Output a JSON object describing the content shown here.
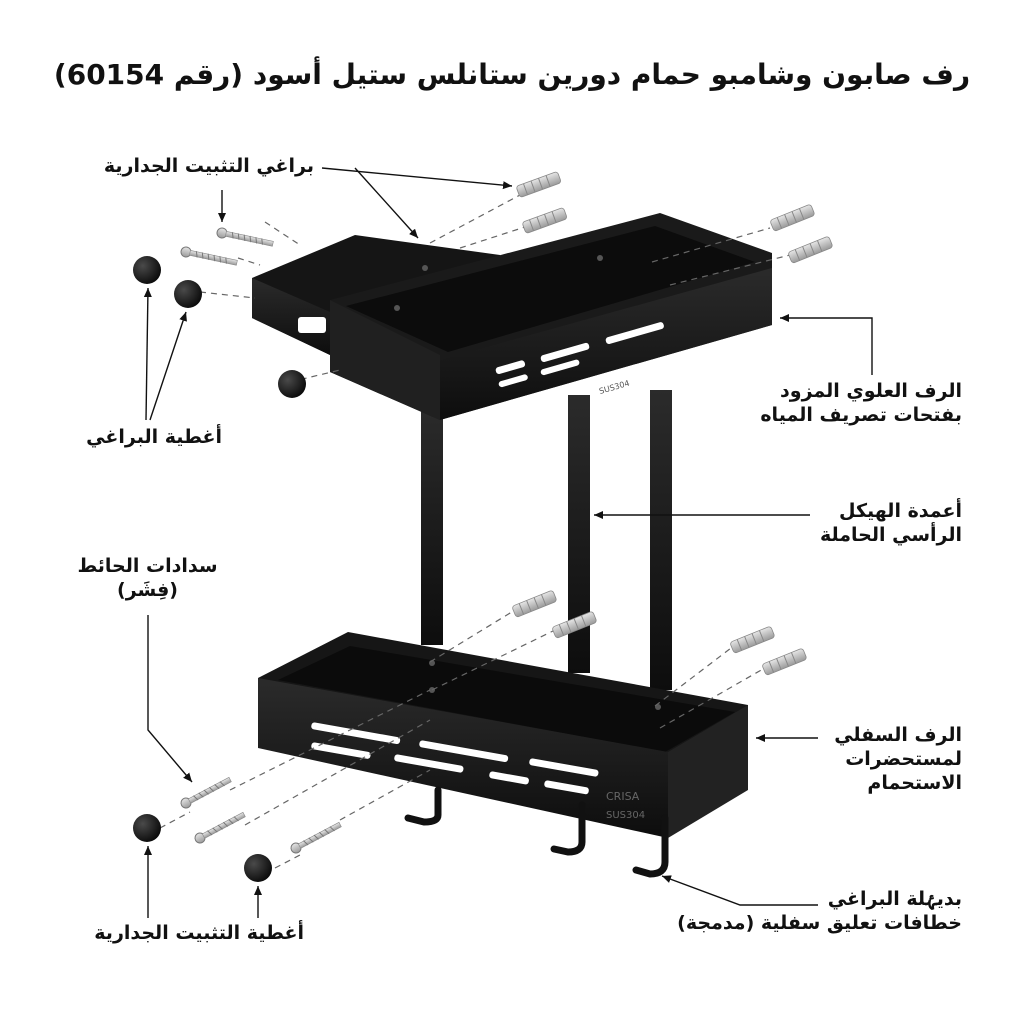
{
  "title": "رف صابون وشامبو حمام دورين ستانلس ستيل أسود (رقم 60154)",
  "labels": {
    "wall_screws_top": "براغي التثبيت الجدارية",
    "screw_covers_top": "أغطية البراغي",
    "wall_anchors_line1": "سدادات الحائط",
    "wall_anchors_line2": "(فِشَر)",
    "wall_covers_bottom": "أغطية التثبيت الجدارية",
    "top_shelf_line1": "الرف العلوي المزود",
    "top_shelf_line2": "بفتحات تصريف المياه",
    "columns_line1": "أعمدة الهيكل",
    "columns_line2": "الرأسي الحاملة",
    "bottom_shelf_line1": "الرف السفلي",
    "bottom_shelf_line2": "لمستحضرات",
    "bottom_shelf_line3": "الاستحمام",
    "hooks_line1": "بديۂلة البراغي",
    "hooks_line2": "خطافات تعليق سفلية (مدمجة)"
  },
  "product_marks": {
    "brand": "CRISA",
    "steel_grade": "SUS304",
    "steel_grade_top": "SUS304"
  },
  "colors": {
    "shelf_black": "#1b1b1b",
    "shelf_edge": "#3a3a3a",
    "hardware_silver": "#bdbdbd",
    "cap_black": "#111111",
    "text": "#111111"
  }
}
